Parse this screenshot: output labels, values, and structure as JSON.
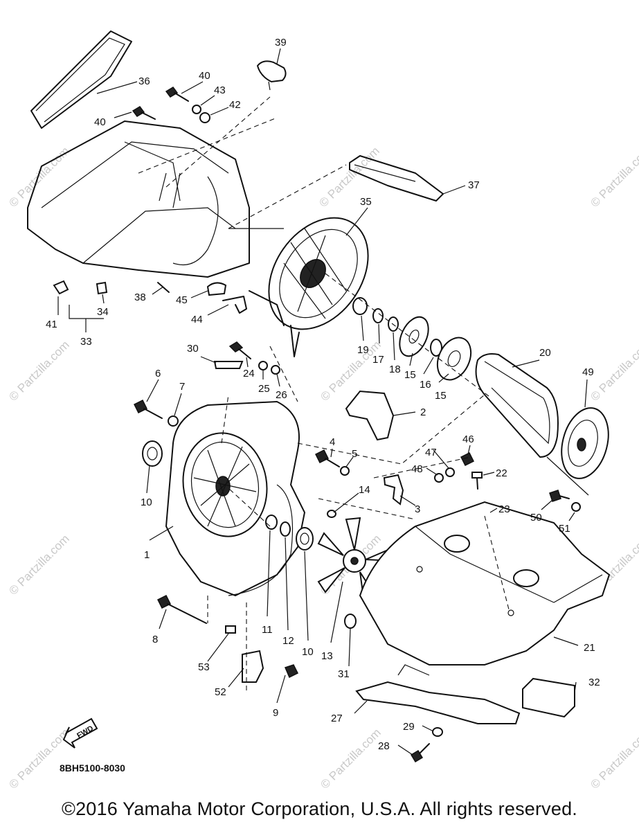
{
  "watermark": "© Partzilla.com",
  "diagram_code": "8BH5100-8030",
  "fwd_label": "FWD",
  "footer": "©2016 Yamaha Motor Corporation, U.S.A. All rights reserved.",
  "callouts": {
    "c1": "1",
    "c2": "2",
    "c3": "3",
    "c4": "4",
    "c5": "5",
    "c6": "6",
    "c7": "7",
    "c8": "8",
    "c9": "9",
    "c10a": "10",
    "c10b": "10",
    "c11": "11",
    "c12": "12",
    "c13": "13",
    "c14": "14",
    "c15a": "15",
    "c15b": "15",
    "c16": "16",
    "c17": "17",
    "c18": "18",
    "c19": "19",
    "c20": "20",
    "c21": "21",
    "c22": "22",
    "c23": "23",
    "c24": "24",
    "c25": "25",
    "c26": "26",
    "c27": "27",
    "c28": "28",
    "c29": "29",
    "c30": "30",
    "c31": "31",
    "c32": "32",
    "c33": "33",
    "c34": "34",
    "c35": "35",
    "c36": "36",
    "c37": "37",
    "c38": "38",
    "c39": "39",
    "c40a": "40",
    "c40b": "40",
    "c41": "41",
    "c42": "42",
    "c43": "43",
    "c44": "44",
    "c45": "45",
    "c46": "46",
    "c47": "47",
    "c48": "48",
    "c49": "49",
    "c50": "50",
    "c51": "51",
    "c52": "52",
    "c53": "53"
  }
}
